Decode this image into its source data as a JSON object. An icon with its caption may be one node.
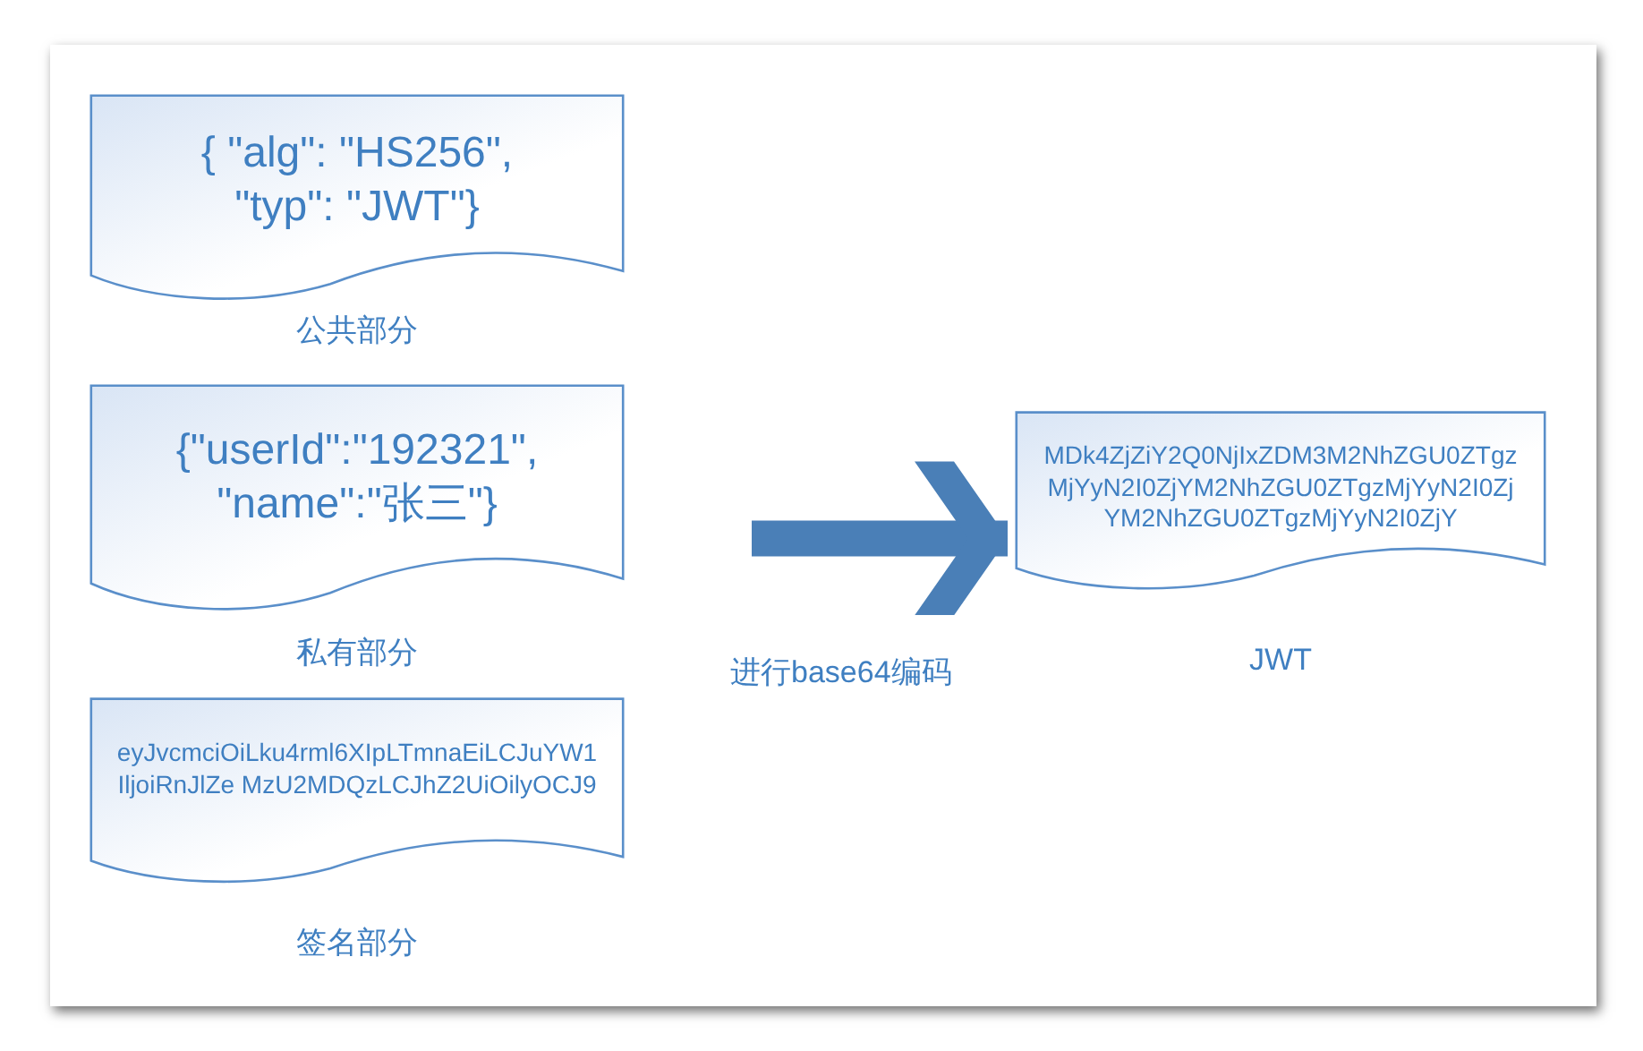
{
  "diagram": {
    "nodes": [
      {
        "text": [
          "{ \"alg\": \"HS256\", \"typ\": \"JWT\"}"
        ],
        "beside": [
          "公共部分"
        ]
      },
      {
        "text": [
          "{\"userId\":\"192321\", \"name\":\"张三\"}"
        ],
        "beside": [
          "私有部分"
        ]
      },
      {
        "text": [
          "eyJvcmciOiLku4rml6XIpLTmnaEiLCJuYW1 IljoiRnJlZe MzU2MDQzLCJhZ2UiOilyOCJ9"
        ],
        "beside": [
          "签名部分"
        ]
      },
      {
        "text": [
          "MDk4ZjZiY2Q0NjIxZDM3M2NhZGU0ZTgz MjYyN2I0ZjYM2NhZGU0ZTgzMjYyN2I0Zj YM2NhZGU0ZTgzMjYyN2I0ZjY"
        ],
        "beside": [
          "JWT"
        ]
      }
    ],
    "edges": [
      {
        "from": null,
        "to": 3,
        "arrow": "to",
        "label": "进行base64编码"
      }
    ]
  }
}
